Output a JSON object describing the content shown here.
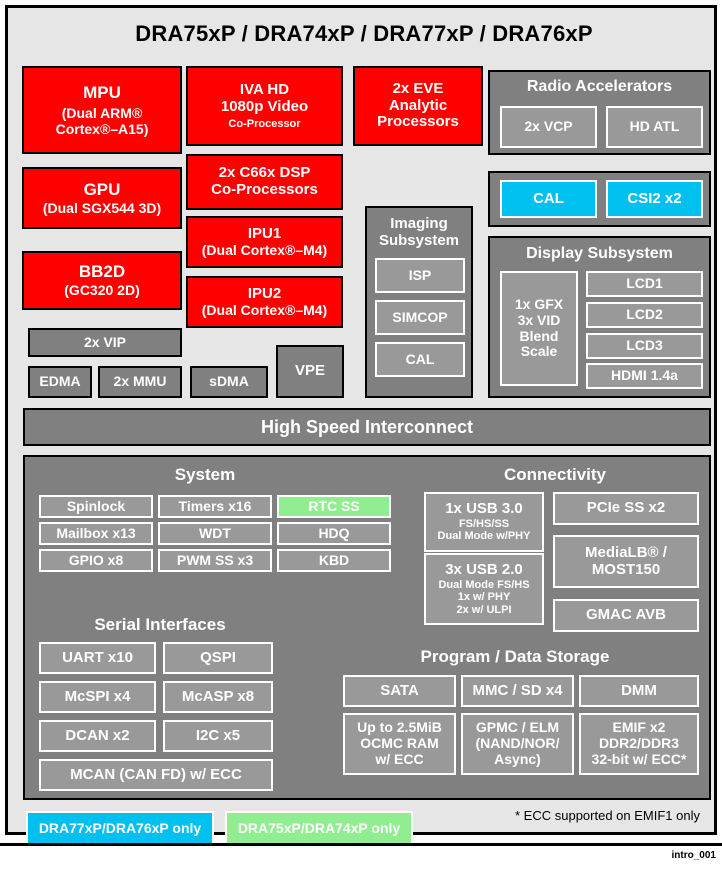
{
  "chip": {
    "title": "DRA75xP / DRA74xP / DRA77xP / DRA76xP",
    "footer_code": "intro_001"
  },
  "processors": {
    "mpu": {
      "line1": "MPU",
      "line2": "(Dual ARM®",
      "line3": "Cortex®–A15)"
    },
    "gpu": {
      "line1": "GPU",
      "line2": "(Dual SGX544 3D)"
    },
    "bb2d": {
      "line1": "BB2D",
      "line2": "(GC320 2D)"
    },
    "iva": {
      "line1": "IVA HD",
      "line2": "1080p Video",
      "line3": "Co-Processor"
    },
    "dsp": {
      "line1": "2x C66x DSP",
      "line2": "Co-Processors"
    },
    "ipu1": {
      "line1": "IPU1",
      "line2": "(Dual Cortex®–M4)"
    },
    "ipu2": {
      "line1": "IPU2",
      "line2": "(Dual Cortex®–M4)"
    },
    "eve": {
      "line1": "2x EVE",
      "line2": "Analytic",
      "line3": "Processors"
    }
  },
  "dma": {
    "vip": "2x VIP",
    "edma": "EDMA",
    "mmu": "2x MMU",
    "sdma": "sDMA",
    "vpe": "VPE"
  },
  "imaging": {
    "title_l1": "Imaging",
    "title_l2": "Subsystem",
    "items": [
      "ISP",
      "SIMCOP",
      "CAL"
    ]
  },
  "radio": {
    "title": "Radio Accelerators",
    "items": [
      "2x VCP",
      "HD ATL"
    ]
  },
  "camera": {
    "items": [
      "CAL",
      "CSI2 x2"
    ]
  },
  "display": {
    "title": "Display Subsystem",
    "gfx": {
      "l1": "1x GFX",
      "l2": "3x VID",
      "l3": "Blend",
      "l4": "Scale"
    },
    "outputs": [
      "LCD1",
      "LCD2",
      "LCD3",
      "HDMI 1.4a"
    ]
  },
  "interconnect": {
    "label": "High Speed Interconnect"
  },
  "system": {
    "title": "System",
    "items": [
      {
        "label": "Spinlock",
        "style": "greyin"
      },
      {
        "label": "Timers x16",
        "style": "greyin"
      },
      {
        "label": "RTC SS",
        "style": "green"
      },
      {
        "label": "Mailbox x13",
        "style": "greyin"
      },
      {
        "label": "WDT",
        "style": "greyin"
      },
      {
        "label": "HDQ",
        "style": "greyin"
      },
      {
        "label": "GPIO x8",
        "style": "greyin"
      },
      {
        "label": "PWM SS x3",
        "style": "greyin"
      },
      {
        "label": "KBD",
        "style": "greyin"
      }
    ]
  },
  "connectivity": {
    "title": "Connectivity",
    "usb3": {
      "l1": "1x USB 3.0",
      "l2": "FS/HS/SS",
      "l3": "Dual Mode w/PHY"
    },
    "usb2": {
      "l1": "3x USB 2.0",
      "l2": "Dual Mode FS/HS",
      "l3": "1x w/ PHY",
      "l4": "2x w/ ULPI"
    },
    "pcie": "PCIe SS x2",
    "medialb": {
      "l1": "MediaLB® /",
      "l2": "MOST150"
    },
    "gmac": "GMAC AVB"
  },
  "serial": {
    "title": "Serial Interfaces",
    "items": [
      "UART x10",
      "QSPI",
      "McSPI x4",
      "McASP x8",
      "DCAN x2",
      "I2C x5"
    ],
    "wide": "MCAN (CAN FD) w/ ECC"
  },
  "storage": {
    "title": "Program / Data Storage",
    "row1": [
      "SATA",
      "MMC / SD x4",
      "DMM"
    ],
    "ocmc": {
      "l1": "Up to 2.5MiB",
      "l2": "OCMC RAM",
      "l3": "w/ ECC"
    },
    "gpmc": {
      "l1": "GPMC / ELM",
      "l2": "(NAND/NOR/",
      "l3": "Async)"
    },
    "emif": {
      "l1": "EMIF x2",
      "l2": "DDR2/DDR3",
      "l3": "32-bit w/ ECC*"
    }
  },
  "legend": {
    "cyan_label": "DRA77xP/DRA76xP only",
    "green_label": "DRA75xP/DRA74xP only",
    "note": "* ECC supported on EMIF1 only"
  },
  "colors": {
    "processor_red": "#ff0000",
    "block_grey": "#808080",
    "inner_grey": "#999999",
    "accent_cyan": "#00c0f0",
    "accent_green": "#90ee90",
    "background": "#e6e6e6"
  }
}
